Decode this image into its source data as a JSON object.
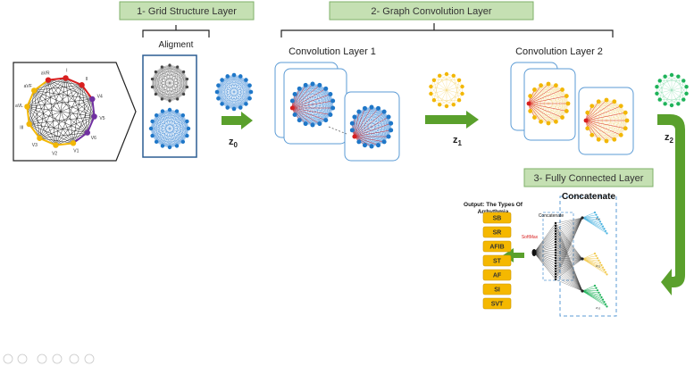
{
  "layers": {
    "grid": "1- Grid Structure Layer",
    "graph_conv": "2- Graph Convolution Layer",
    "fully_connected": "3- Fully Connected Layer"
  },
  "alignment_label": "Aligment",
  "conv1_label": "Convolution Layer 1",
  "conv2_label": "Convolution Layer 2",
  "z_labels": {
    "z0_base": "z",
    "z0_sub": "0",
    "z1_base": "z",
    "z1_sub": "1",
    "z2_base": "z",
    "z2_sub": "2"
  },
  "ecg_leads": [
    "aVR",
    "I",
    "II",
    "III",
    "aVL",
    "aVF",
    "V1",
    "V2",
    "V3",
    "V4",
    "V5",
    "V6"
  ],
  "output": {
    "title_line1": "Output: The Types Of",
    "title_line2": "Arrhythmia",
    "classes": [
      "SB",
      "SR",
      "AFIB",
      "ST",
      "AF",
      "SI",
      "SVT"
    ]
  },
  "fc": {
    "concat_title": "Concatenate",
    "concat_small": "Concatenate",
    "softmax": "SoftMax",
    "z_small": [
      "z₀₁",
      "z₀₂",
      "z₀₃"
    ]
  },
  "colors": {
    "blue": "#1f77c8",
    "yellow": "#f2b705",
    "green": "#1fb35a",
    "red": "#d81f1f",
    "purple": "#7030a0",
    "banner_fill": "#c5e0b3",
    "banner_stroke": "#7fb06a",
    "arrow_green": "#5aa02c",
    "class_box": "#f5b800"
  }
}
